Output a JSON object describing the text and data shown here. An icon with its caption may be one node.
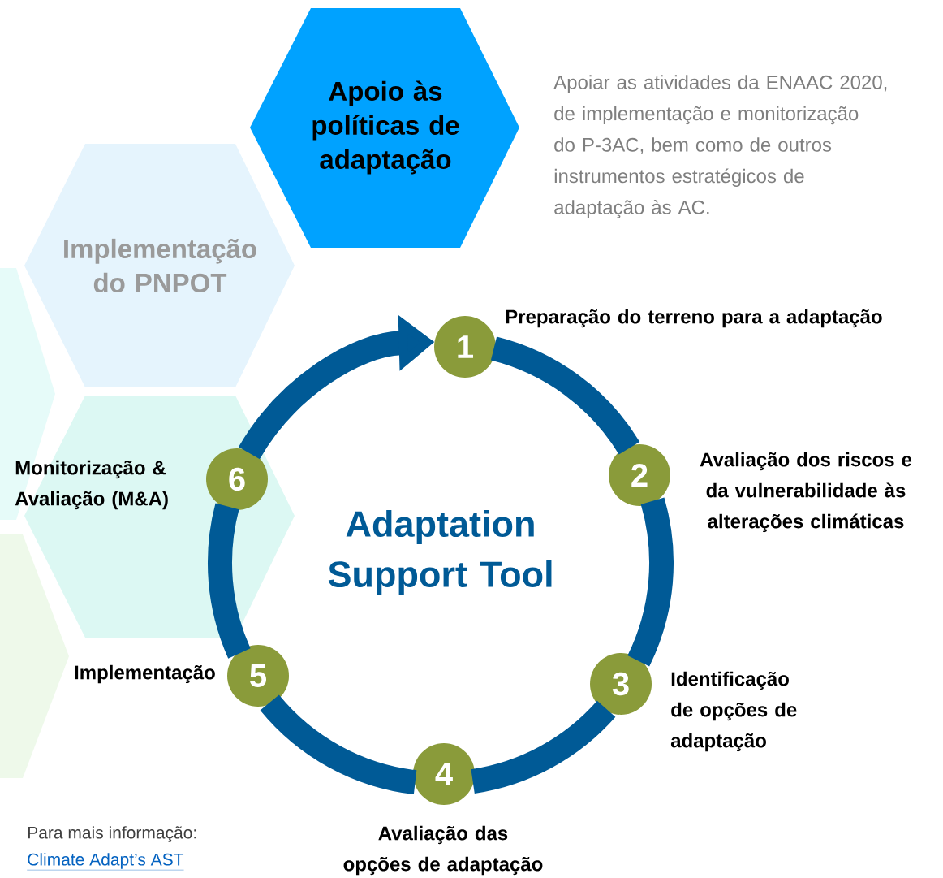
{
  "diagram": {
    "nodes": [
      {
        "text": [
          "Apoio às políticas de adaptação"
        ],
        "beside": [
          "Apoiar as atividades da ENAAC 2020, de implementação e monitorização do P-3AC, bem como de outros instrumentos estratégicos de adaptação às AC."
        ]
      },
      {
        "text": [
          "Implementação do PNPOT"
        ]
      },
      {
        "text": [
          "1"
        ],
        "beside": [
          "Preparação do terreno para a adaptação"
        ]
      },
      {
        "text": [
          "2"
        ],
        "beside": [
          "Avaliação dos riscos e da vulnerabilidade às alterações climáticas"
        ]
      },
      {
        "text": [
          "3"
        ],
        "beside": [
          "Identificação de opções de adaptação"
        ]
      },
      {
        "text": [
          "4"
        ],
        "beside": [
          "Avaliação das opções de adaptação"
        ]
      },
      {
        "text": [
          "5"
        ],
        "beside": [
          "Implementação"
        ]
      },
      {
        "text": [
          "6"
        ],
        "beside": [
          "Monitorização & Avaliação (M&A)"
        ]
      }
    ],
    "edges": [
      {
        "from": 2,
        "to": 3,
        "arrow": "none"
      },
      {
        "from": 3,
        "to": 4,
        "arrow": "none"
      },
      {
        "from": 4,
        "to": 5,
        "arrow": "none"
      },
      {
        "from": 5,
        "to": 6,
        "arrow": "none"
      },
      {
        "from": 6,
        "to": 7,
        "arrow": "none"
      },
      {
        "from": 7,
        "to": 2,
        "arrow": "to"
      }
    ],
    "labels": [
      "Adaptation Support Tool",
      "Para mais informação:",
      "Climate Adapt’s AST"
    ]
  }
}
